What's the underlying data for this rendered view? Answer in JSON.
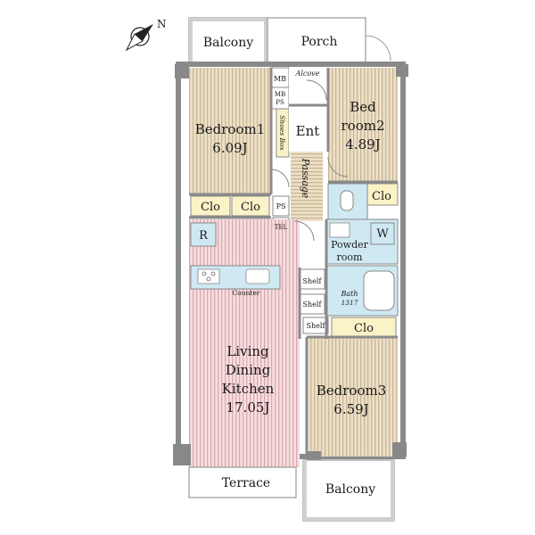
{
  "compass": {
    "north_label": "N",
    "icon": "north-arrow-icon"
  },
  "rooms": {
    "balcony_top": {
      "label": "Balcony"
    },
    "porch": {
      "label": "Porch"
    },
    "alcove": {
      "label": "Alcove"
    },
    "mb": {
      "label": "MB"
    },
    "mbps_line1": {
      "label": "MB"
    },
    "mbps_line2": {
      "label": "PS"
    },
    "bedroom1": {
      "label": "Bedroom1",
      "size": "6.09J"
    },
    "bedroom2": {
      "label_line1": "Bed",
      "label_line2": "room2",
      "size": "4.89J"
    },
    "shoes_box": {
      "label": "Shoes Box"
    },
    "entrance": {
      "label": "Ent"
    },
    "passage": {
      "label": "Passage"
    },
    "clo_b1_left": {
      "label": "Clo"
    },
    "clo_b1_right": {
      "label": "Clo"
    },
    "clo_b2": {
      "label": "Clo"
    },
    "ps": {
      "label": "PS"
    },
    "tel": {
      "label": "TEL"
    },
    "refrigerator": {
      "label": "R"
    },
    "washer": {
      "label": "W"
    },
    "powder_room": {
      "label_line1": "Powder",
      "label_line2": "room"
    },
    "counter": {
      "label": "Counter"
    },
    "shelf_1": {
      "label": "Shelf"
    },
    "shelf_2": {
      "label": "Shelf"
    },
    "shelf_3": {
      "label": "Shelf"
    },
    "bath": {
      "label_line1": "Bath",
      "label_line2": "1317"
    },
    "clo_b3": {
      "label": "Clo"
    },
    "ldk": {
      "label_line1": "Living",
      "label_line2": "Dining",
      "label_line3": "Kitchen",
      "size": "17.05J"
    },
    "bedroom3": {
      "label": "Bedroom3",
      "size": "6.59J"
    },
    "terrace": {
      "label": "Terrace"
    },
    "balcony_bottom": {
      "label": "Balcony"
    }
  },
  "colors": {
    "wood_floor": "#ece0c9",
    "wood_stripe": "#c9b691",
    "ldk_floor": "#f6dfe0",
    "ldk_stripe": "#dba8ae",
    "wet_area": "#cfe9f3",
    "storage": "#fbf3c8",
    "wall": "#8a8a8a",
    "outdoor": "#ffffff"
  }
}
